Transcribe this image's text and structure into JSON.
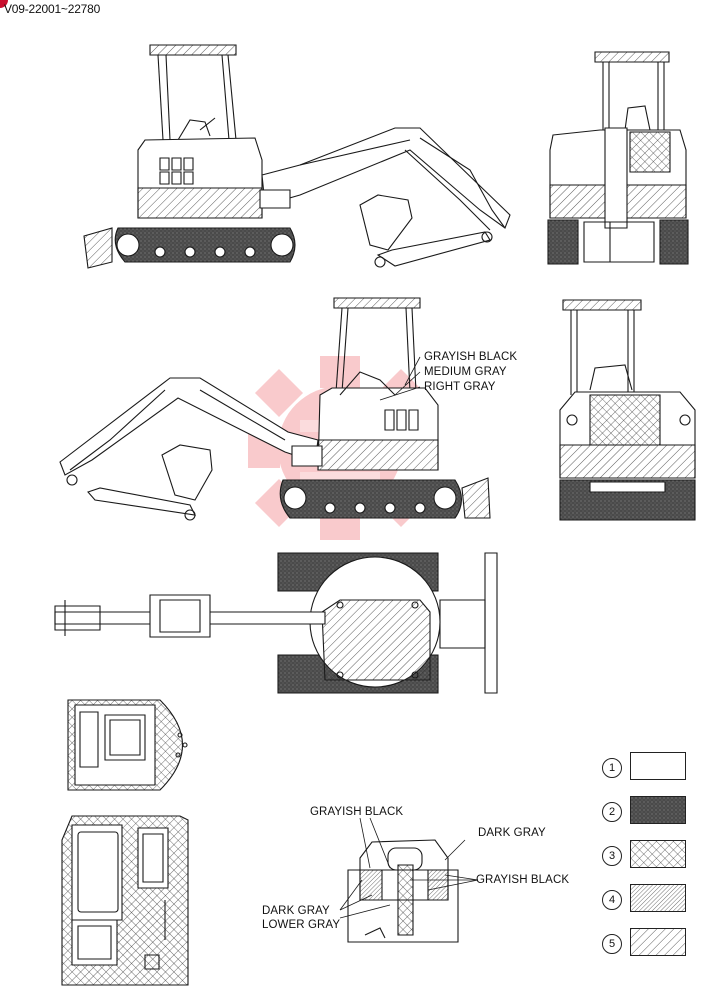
{
  "header": {
    "code": "V09-22001~22780"
  },
  "callouts": {
    "side_left": {
      "grayish_black": "GRAYISH BLACK",
      "medium_gray": "MEDIUM GRAY",
      "right_gray": "RIGHT GRAY"
    },
    "rear_detail": {
      "grayish_black_top": "GRAYISH BLACK",
      "dark_gray_right": "DARK GRAY",
      "grayish_black_right": "GRAYISH BLACK",
      "dark_gray_left": "DARK GRAY",
      "lower_gray": "LOWER GRAY"
    }
  },
  "legend": {
    "items": [
      {
        "number": "1",
        "pattern": "white"
      },
      {
        "number": "2",
        "pattern": "dark-gray"
      },
      {
        "number": "3",
        "pattern": "cross-hatch"
      },
      {
        "number": "4",
        "pattern": "fine-hatch"
      },
      {
        "number": "5",
        "pattern": "diagonal-hatch"
      }
    ]
  },
  "watermark": {
    "color": "#e8121a"
  },
  "colors": {
    "line": "#1a1a1a",
    "dark_fill": "#555555",
    "watermark": "#e8121a"
  }
}
